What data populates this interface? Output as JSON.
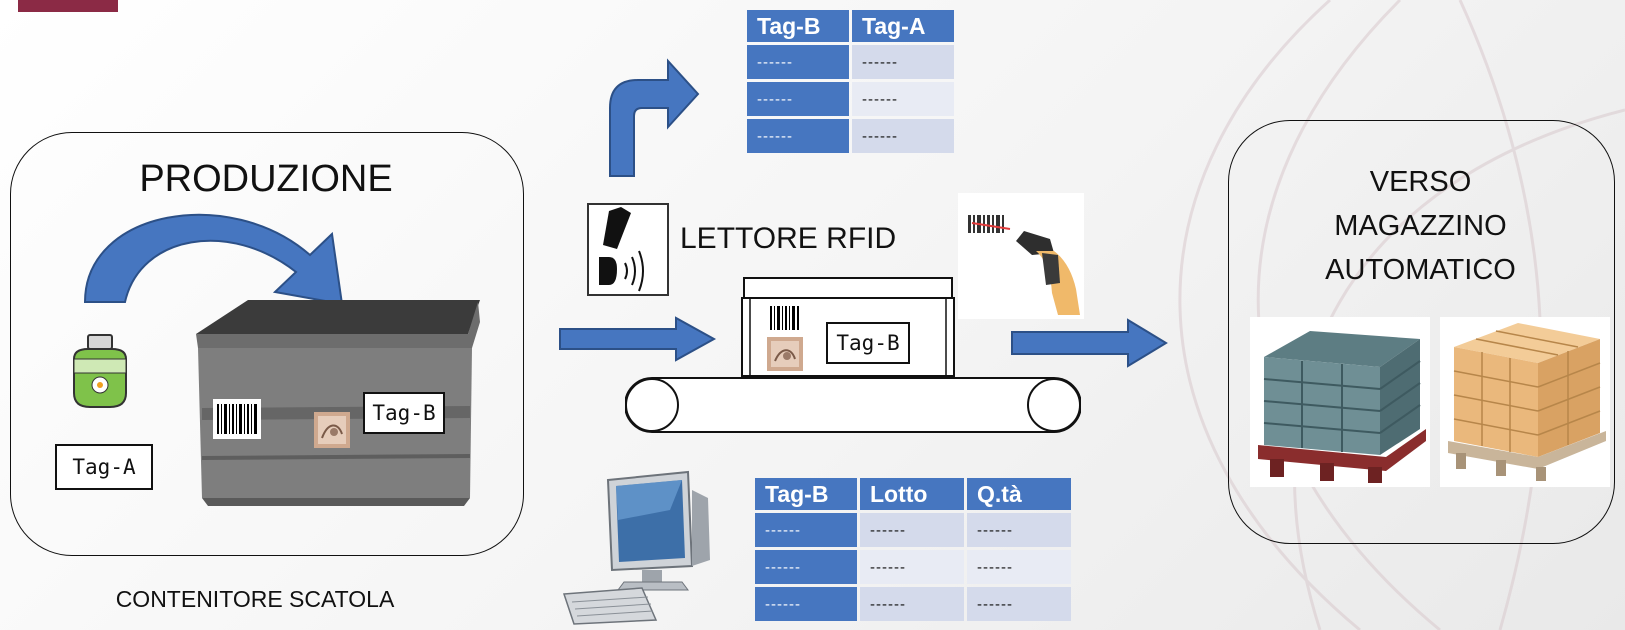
{
  "production": {
    "title": "PRODUZIONE",
    "caption": "CONTENITORE SCATOLA",
    "tag_product": "Tag-A",
    "tag_container": "Tag-B"
  },
  "reader": {
    "label": "LETTORE RFID"
  },
  "conveyor": {
    "tag": "Tag-B"
  },
  "destination": {
    "lines": [
      "VERSO",
      "MAGAZZINO",
      "AUTOMATICO"
    ]
  },
  "association_table": {
    "headers": [
      "Tag-B",
      "Tag-A"
    ],
    "rows": [
      [
        "------",
        "------"
      ],
      [
        "------",
        "------"
      ],
      [
        "------",
        "------"
      ]
    ]
  },
  "lot_table": {
    "headers": [
      "Tag-B",
      "Lotto",
      "Q.tà"
    ],
    "rows": [
      [
        "------",
        "------",
        "------"
      ],
      [
        "------",
        "------",
        "------"
      ],
      [
        "------",
        "------",
        "------"
      ]
    ]
  },
  "colors": {
    "accent": "#8b2a45",
    "arrow_fill": "#4676c0",
    "arrow_stroke": "#2c5087",
    "table_header": "#4676c0",
    "table_cell": "#d4daeb"
  }
}
